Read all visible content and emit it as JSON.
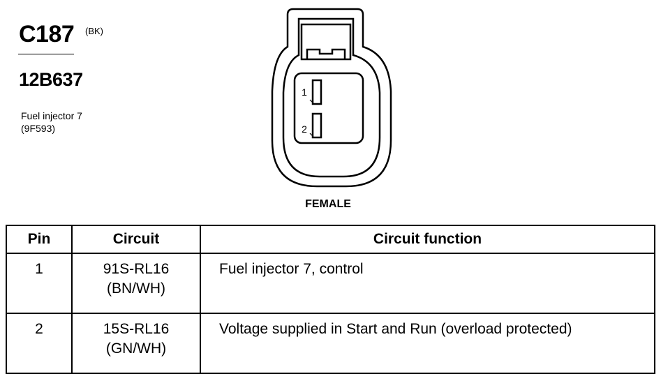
{
  "connector": {
    "id": "C187",
    "color_code": "(BK)",
    "part_number": "12B637",
    "component_name": "Fuel injector 7",
    "component_code": "(9F593)",
    "gender": "FEMALE",
    "face_pins": [
      {
        "number": "1"
      },
      {
        "number": "2"
      }
    ]
  },
  "table": {
    "headers": {
      "pin": "Pin",
      "circuit": "Circuit",
      "function": "Circuit function"
    },
    "rows": [
      {
        "pin": "1",
        "circuit": "91S-RL16",
        "wire_color": "(BN/WH)",
        "function": "Fuel injector 7, control"
      },
      {
        "pin": "2",
        "circuit": "15S-RL16",
        "wire_color": "(GN/WH)",
        "function": "Voltage supplied in Start and Run (overload protected)"
      }
    ]
  }
}
